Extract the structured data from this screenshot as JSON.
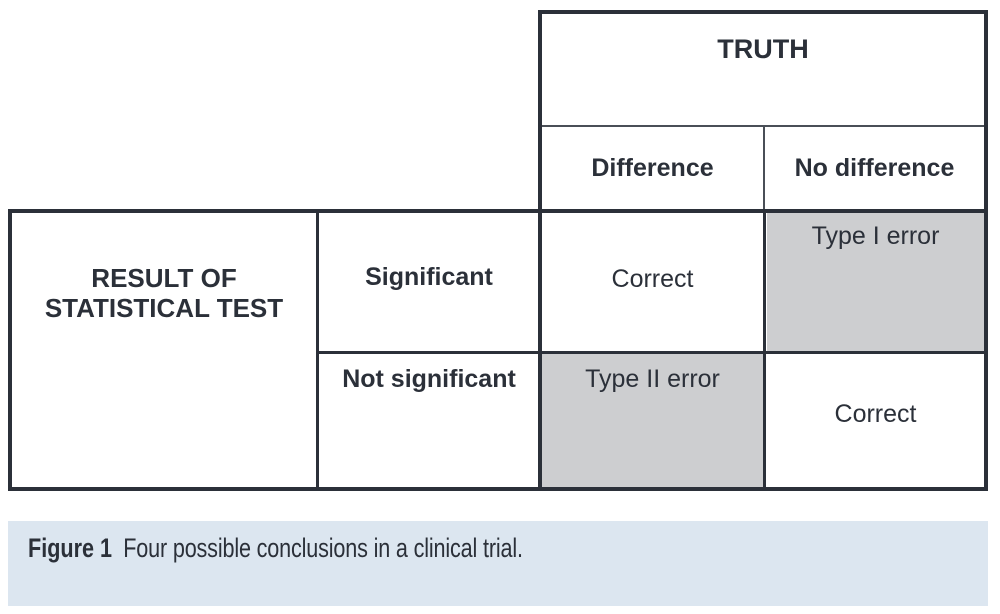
{
  "figure": {
    "table": {
      "truth_header": "TRUTH",
      "column_headers": [
        "Difference",
        "No difference"
      ],
      "row_group_label": "RESULT OF STATISTICAL TEST",
      "row_headers": [
        "Significant",
        "Not significant"
      ],
      "cells": [
        [
          "Correct",
          "Type I error"
        ],
        [
          "Type II error",
          "Correct"
        ]
      ],
      "shaded_cells": [
        "Type I error",
        "Type II error"
      ],
      "colors": {
        "border": "#2b3039",
        "text": "#2b3039",
        "shaded_cell_fill": "#cdced0",
        "cell_fill": "#ffffff"
      }
    },
    "caption": {
      "label": "Figure 1",
      "text": "Four possible conclusions in a clinical trial.",
      "band_color": "#dce6f0"
    }
  }
}
